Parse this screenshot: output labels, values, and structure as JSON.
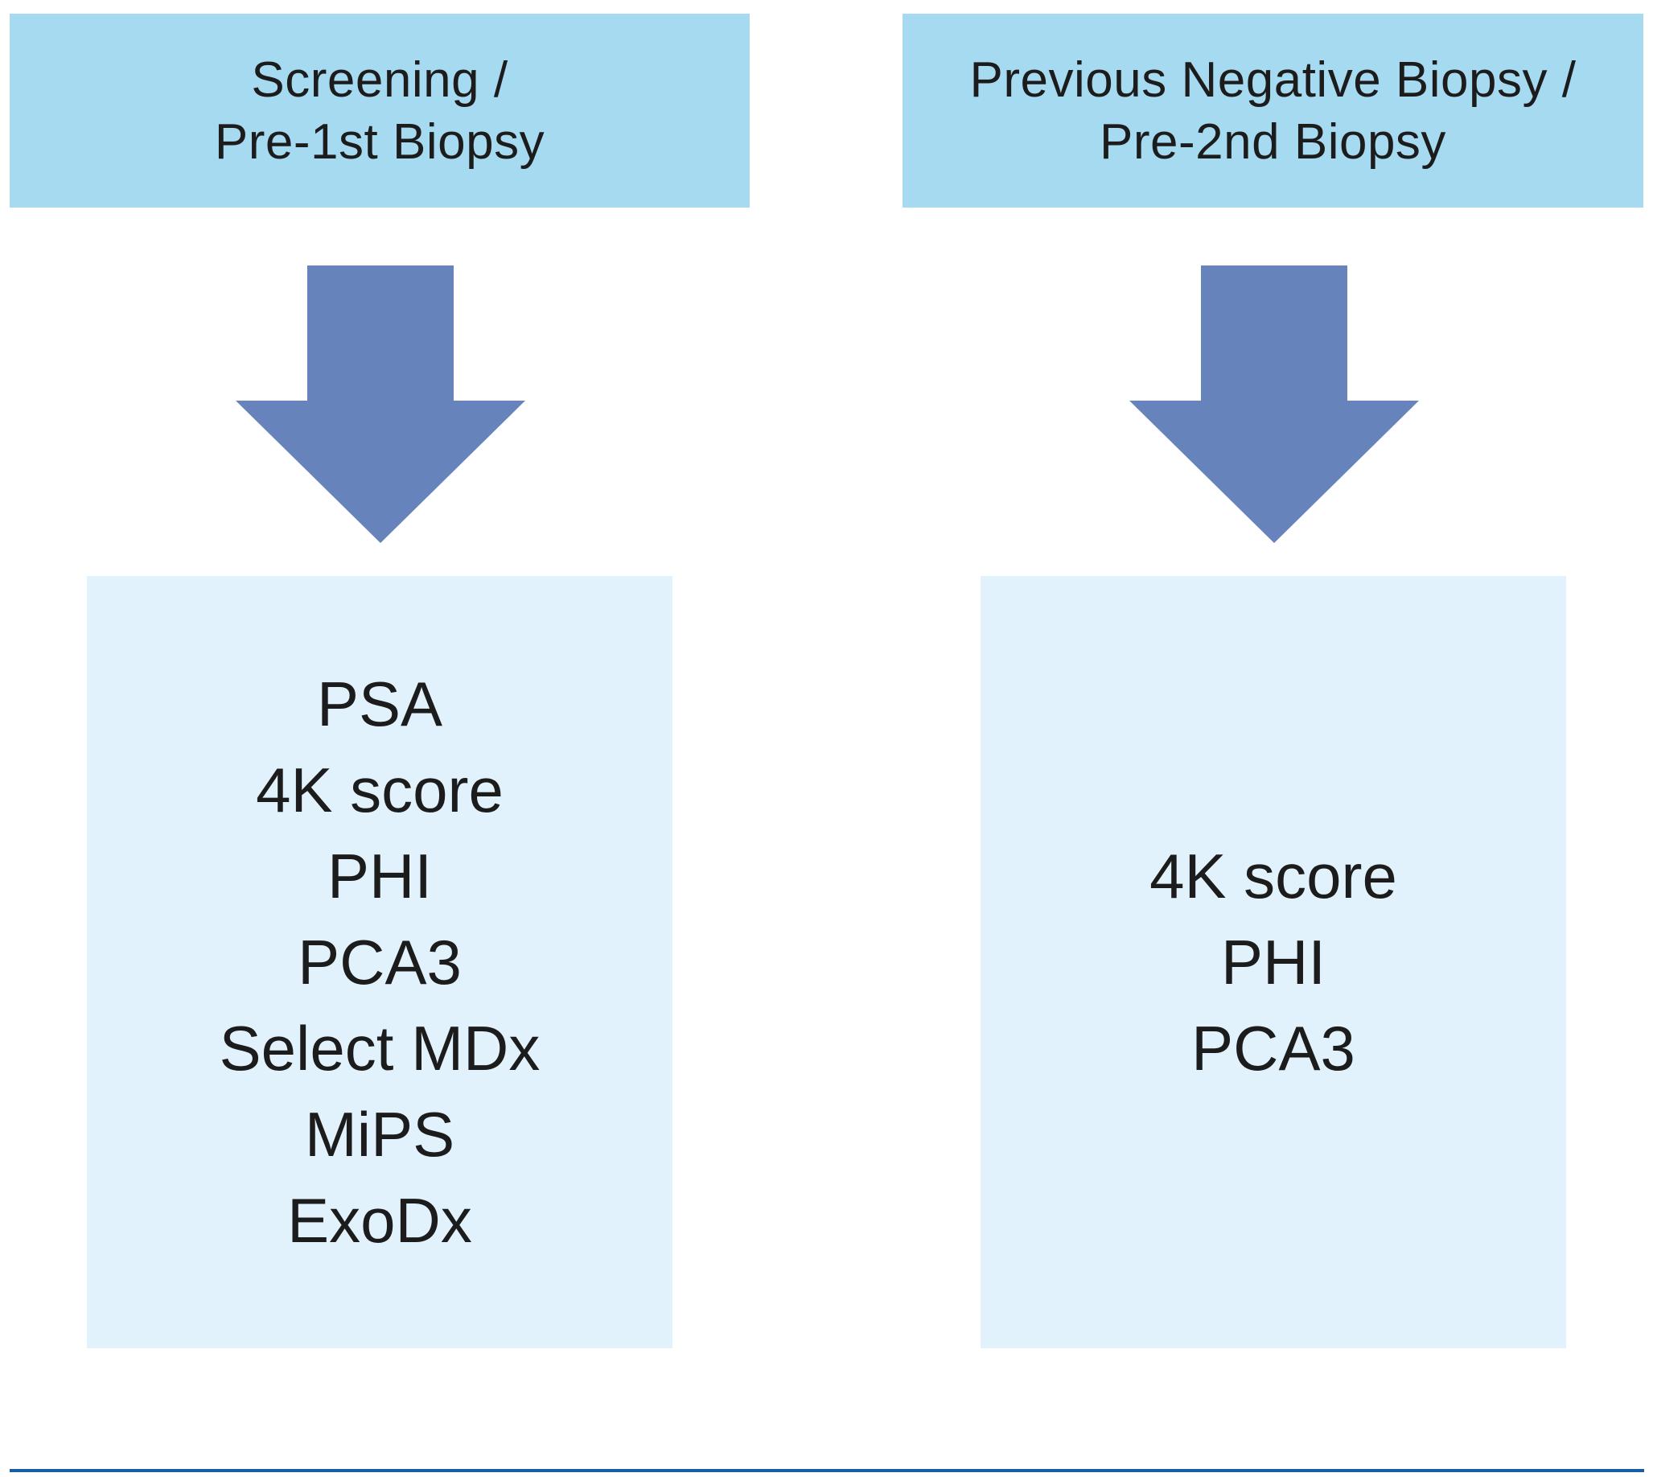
{
  "left_column": {
    "header_lines": [
      "Screening /",
      "Pre-1st Biopsy"
    ],
    "items": [
      "PSA",
      "4K score",
      "PHI",
      "PCA3",
      "Select MDx",
      "MiPS",
      "ExoDx"
    ]
  },
  "right_column": {
    "header_lines": [
      "Previous Negative Biopsy /",
      "Pre-2nd Biopsy"
    ],
    "items": [
      "4K score",
      "PHI",
      "PCA3"
    ]
  },
  "colors": {
    "header_fill": "#a6daf1",
    "list_fill": "#e1f2fc",
    "arrow_fill": "#6783bb",
    "rule": "#1a5ca8"
  },
  "icons": {
    "arrow": "arrow-down-icon"
  }
}
